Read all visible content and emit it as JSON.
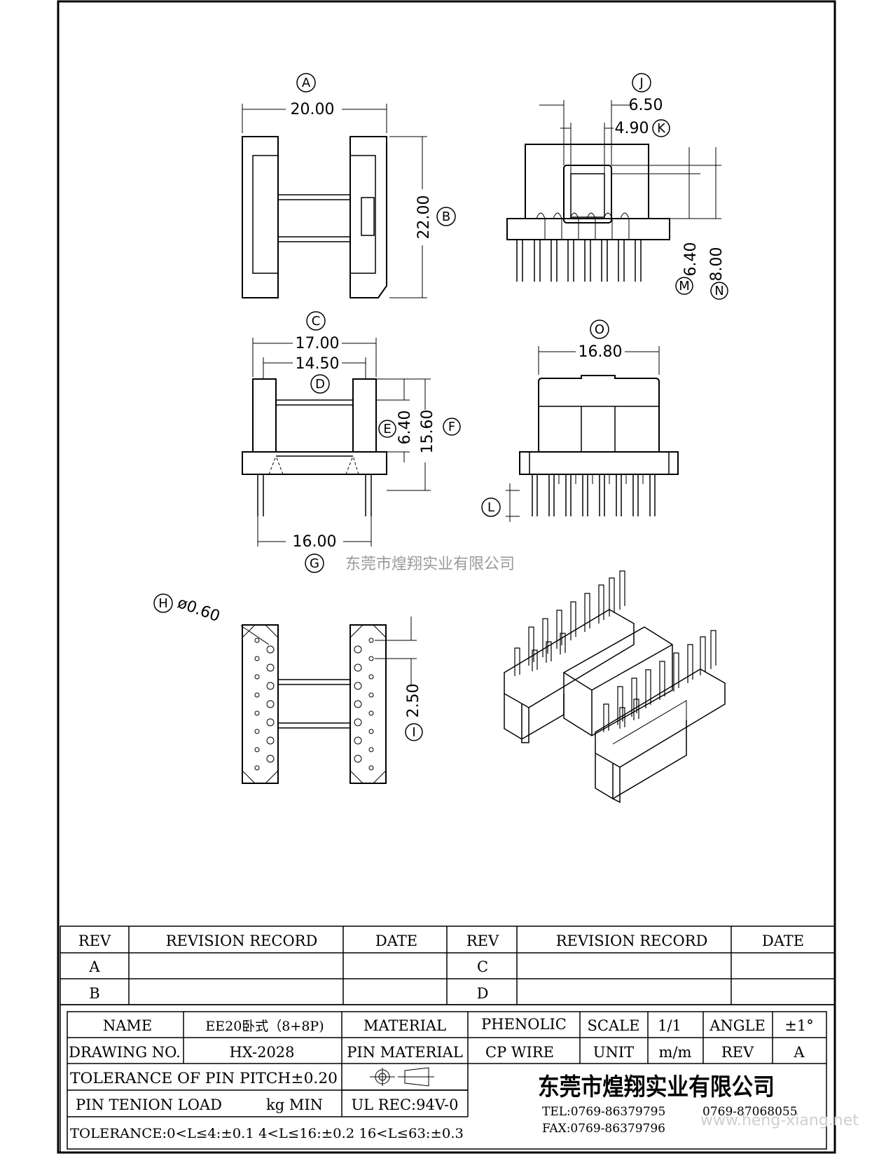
{
  "dims": {
    "A": {
      "letter": "A",
      "value": "20.00"
    },
    "B": {
      "letter": "B",
      "value": "22.00"
    },
    "C": {
      "letter": "C",
      "value": "17.00"
    },
    "D": {
      "letter": "D",
      "value": "14.50"
    },
    "E": {
      "letter": "E",
      "value": "6.40"
    },
    "F": {
      "letter": "F",
      "value": "15.60"
    },
    "G": {
      "letter": "G",
      "value": "16.00"
    },
    "H": {
      "letter": "H",
      "value": "ø0.60"
    },
    "I": {
      "letter": "I",
      "value": "2.50"
    },
    "J": {
      "letter": "J",
      "value": "6.50"
    },
    "K": {
      "letter": "K",
      "value": "4.90"
    },
    "L": {
      "letter": "L",
      "value": ""
    },
    "M": {
      "letter": "M",
      "value": "6.40"
    },
    "N": {
      "letter": "N",
      "value": "8.00"
    },
    "O": {
      "letter": "O",
      "value": "16.80"
    }
  },
  "watermark": "东莞市煌翔实业有限公司",
  "revision": {
    "headers": [
      "REV",
      "REVISION RECORD",
      "DATE",
      "REV",
      "REVISION RECORD",
      "DATE"
    ],
    "left_revs": [
      "A",
      "B"
    ],
    "right_revs": [
      "C",
      "D"
    ]
  },
  "titleblock": {
    "name_label": "NAME",
    "name_value": "EE20卧式（8+8P)",
    "material_label": "MATERIAL",
    "material_value": "PHENOLIC",
    "scale_label": "SCALE",
    "scale_value": "1/1",
    "angle_label": "ANGLE",
    "angle_value": "±1°",
    "drawing_label": "DRAWING NO.",
    "drawing_value": "HX-2028",
    "pin_material_label": "PIN MATERIAL",
    "pin_material_value": "CP WIRE",
    "unit_label": "UNIT",
    "unit_value": "m/m",
    "rev_label": "REV",
    "rev_value": "A",
    "tol_pitch": "TOLERANCE OF PIN PITCH±0.20",
    "pin_tension": "PIN TENION LOAD",
    "pin_tension_unit": "kg MIN",
    "ul": "UL REC:94V-0",
    "tolerance": "TOLERANCE:0<L≤4:±0.1  4<L≤16:±0.2  16<L≤63:±0.3",
    "company": "东莞市煌翔实业有限公司",
    "tel": "TEL:0769-86379795",
    "tel2": "0769-87068055",
    "fax": "FAX:0769-86379796",
    "website": "www.heng-xiang.net"
  }
}
